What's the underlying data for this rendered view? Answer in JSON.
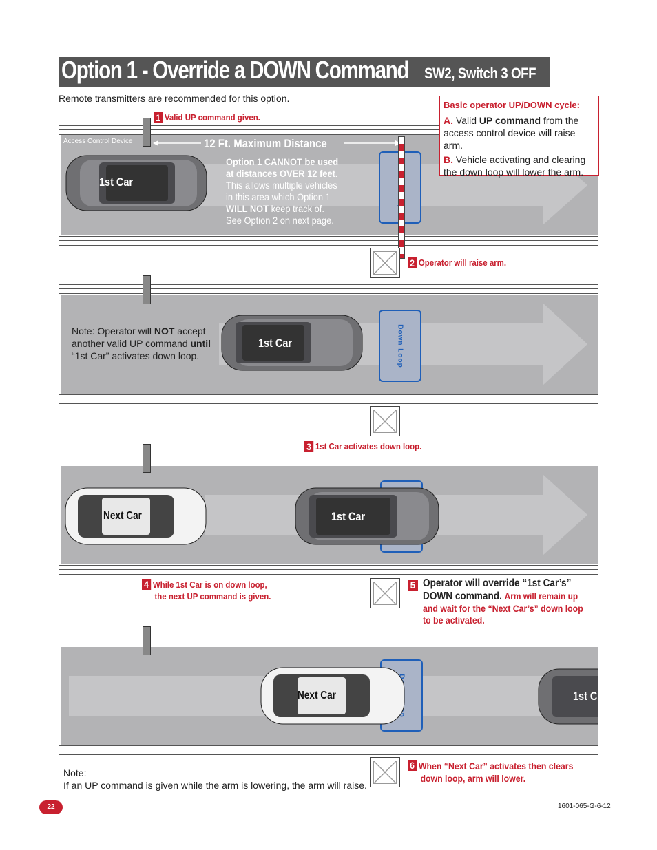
{
  "title": {
    "main": "Option 1 - Override a DOWN Command",
    "sub": "SW2, Switch 3 OFF"
  },
  "intro": "Remote transmitters are recommended for this option.",
  "cycle_box": {
    "heading": "Basic operator UP/DOWN cycle:",
    "a_letter": "A.",
    "a_text1": "Valid ",
    "a_bold": "UP command",
    "a_text2": " from the access control device will raise arm.",
    "b_letter": "B.",
    "b_text": "Vehicle activating and clearing the down loop will lower the arm."
  },
  "steps": [
    {
      "num": "1",
      "text": "Valid UP command given."
    },
    {
      "num": "2",
      "text": "Operator will raise arm."
    },
    {
      "num": "3",
      "text": "1st Car activates down loop."
    },
    {
      "num": "4",
      "text1": "While 1st Car is on down loop,",
      "text2": "the next UP command is given."
    },
    {
      "num": "5",
      "bold1": "Operator will override “1st Car’s”",
      "bold2": "DOWN command.",
      "red1": "Arm will remain up",
      "red2": "and wait for the “Next Car’s” down loop",
      "red3": "to be activated."
    },
    {
      "num": "6",
      "text1": "When “Next Car” activates then clears",
      "text2": "down loop, arm will lower."
    }
  ],
  "panel1": {
    "device_label": "Access Control Device",
    "distance": "12 Ft. Maximum Distance",
    "warn_bold1": "Option 1 CANNOT be used",
    "warn_bold2": "at distances OVER 12 feet.",
    "warn_l1": "This allows multiple vehicles",
    "warn_l2": "in this area which Option 1",
    "warn_bold3": "WILL NOT",
    "warn_l3": " keep track of.",
    "warn_l4": "See Option 2 on next page."
  },
  "panel2_note": {
    "l1a": "Note: Operator will ",
    "l1b": "NOT",
    "l1c": " accept",
    "l2a": "another valid UP command ",
    "l2b": "until",
    "l3": "“1st Car” activates down loop."
  },
  "car_first": "1st Car",
  "car_first_cut": "1st C",
  "car_next": "Next Car",
  "loop_label": "Down Loop",
  "bottom_note": {
    "l1": "Note:",
    "l2": "If an UP command is given while the arm is lowering, the arm will raise."
  },
  "footer": {
    "page": "22",
    "code": "1601-065-G-6-12"
  },
  "colors": {
    "accent": "#c8202f",
    "loop": "#1f5fb8",
    "road": "#b3b3b5",
    "title_bg": "#555555"
  }
}
